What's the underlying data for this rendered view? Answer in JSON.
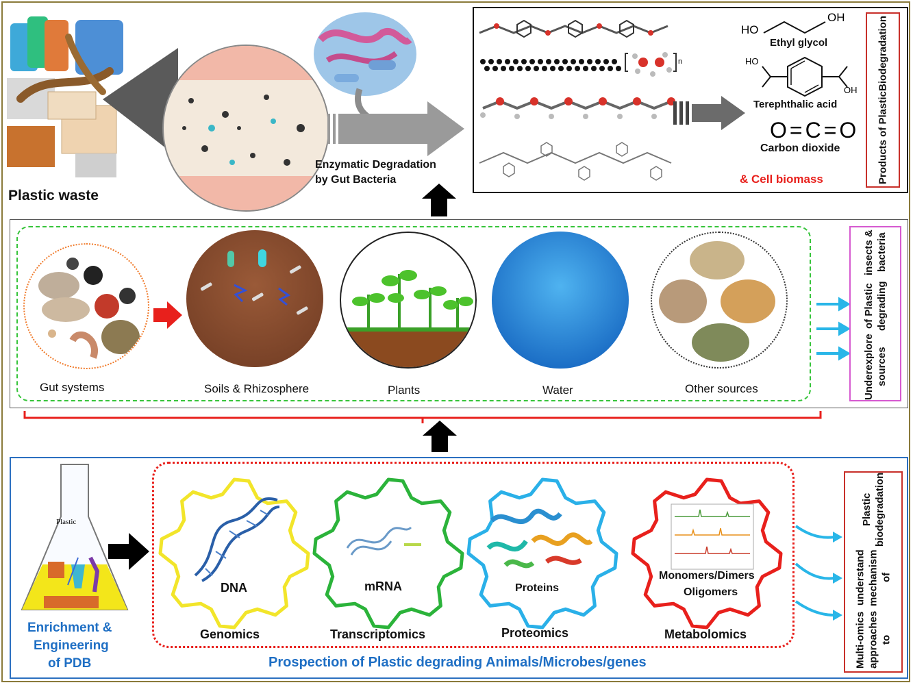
{
  "top": {
    "plastic_waste_label": "Plastic waste",
    "enzymatic_line1": "Enzymatic Degradation",
    "enzymatic_line2": "by Gut Bacteria",
    "products": {
      "ethyl_glycol": "Ethyl glycol",
      "ho": "HO",
      "oh": "OH",
      "terephthalic_acid": "Terephthalic acid",
      "co2_formula": "O=C=O",
      "carbon_dioxide": "Carbon dioxide",
      "cell_biomass": "& Cell biomass",
      "side_title_line1": "Products of Plastic",
      "side_title_line2": "Biodegradation",
      "n_subscript": "n"
    }
  },
  "middle": {
    "sources": [
      {
        "label": "Gut systems"
      },
      {
        "label": "Soils & Rhizosphere"
      },
      {
        "label": "Plants"
      },
      {
        "label": "Water"
      },
      {
        "label": "Other sources"
      }
    ],
    "side_title_line1": "Underexplore sources",
    "side_title_line2": "of Plastic degrading",
    "side_title_line3": "insects & bacteria"
  },
  "bottom": {
    "flask_plastic_label": "Plastic",
    "enrichment_line1": "Enrichment &",
    "enrichment_line2": "Engineering",
    "enrichment_line3": "of PDB",
    "omics": [
      {
        "inner": "DNA",
        "label": "Genomics",
        "color": "#f2e52a"
      },
      {
        "inner": "mRNA",
        "label": "Transcriptomics",
        "color": "#2bb33a"
      },
      {
        "inner": "Proteins",
        "label": "Proteomics",
        "color": "#2ab0e8"
      },
      {
        "inner": "Monomers/Dimers Oligomers",
        "label": "Metabolomics",
        "color": "#e8201c"
      }
    ],
    "metabolite_line1": "Monomers/Dimers",
    "metabolite_line2": "Oligomers",
    "prospection": "Prospection of Plastic degrading Animals/Microbes/genes",
    "side_title_line1": "Multi-omics approaches to",
    "side_title_line2": "understand mechanism of",
    "side_title_line3": "Plastic biodegradation"
  },
  "colors": {
    "frame": "#8a7a3a",
    "red_accent": "#e8201c",
    "blue_text": "#1f6fc4",
    "magenta_box": "#d65ad0",
    "cyan_arrow": "#29b6e8",
    "green_dash": "#36c43a"
  }
}
